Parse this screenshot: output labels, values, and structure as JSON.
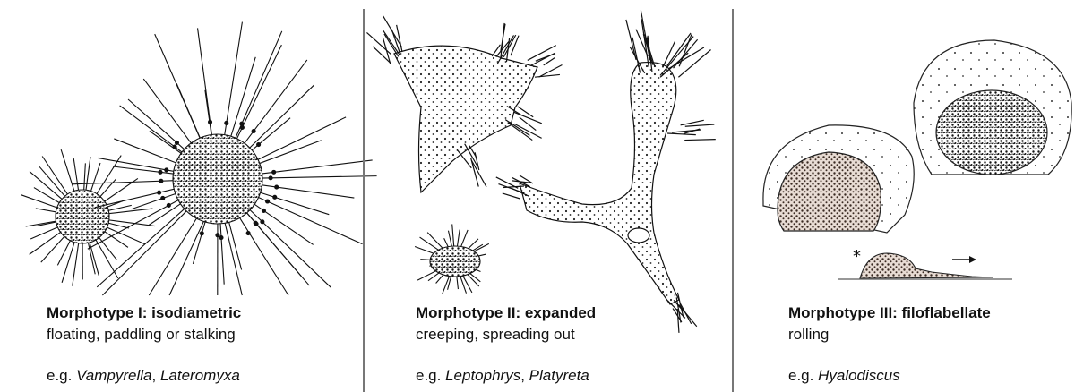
{
  "panels": [
    {
      "title": "Morphotype I: isodiametric",
      "behavior": "floating, paddling or stalking",
      "eg_prefix": "e.g. ",
      "genus_a": "Vampyrella",
      "separator": ", ",
      "genus_b": "Lateromyxa"
    },
    {
      "title": "Morphotype II: expanded",
      "behavior": "creeping, spreading out",
      "eg_prefix": "e.g. ",
      "genus_a": "Leptophrys",
      "separator": ", ",
      "genus_b": "Platyreta"
    },
    {
      "title": "Morphotype III: filoflabellate",
      "behavior": "rolling",
      "eg_prefix": "e.g. ",
      "genus_a": "Hyalodiscus"
    }
  ],
  "annotations": {
    "asterisk": "*"
  },
  "colors": {
    "ink": "#111111",
    "divider": "#777777",
    "cell_fill": "#ffffff"
  }
}
